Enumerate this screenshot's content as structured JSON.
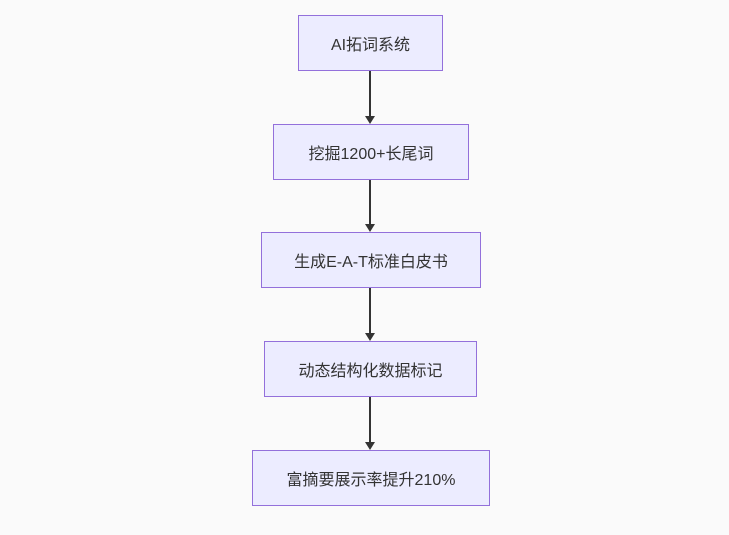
{
  "flowchart": {
    "direction": "top-down",
    "colors": {
      "background": "#fafafa",
      "node_fill": "#ececff",
      "node_border": "#9370db",
      "arrow": "#333333",
      "text": "#333333"
    },
    "nodes": [
      {
        "id": "A",
        "label": "AI拓词系统"
      },
      {
        "id": "B",
        "label": "挖掘1200+长尾词"
      },
      {
        "id": "C",
        "label": "生成E-A-T标准白皮书"
      },
      {
        "id": "D",
        "label": "动态结构化数据标记"
      },
      {
        "id": "E",
        "label": "富摘要展示率提升210%"
      }
    ],
    "edges": [
      {
        "from": "A",
        "to": "B"
      },
      {
        "from": "B",
        "to": "C"
      },
      {
        "from": "C",
        "to": "D"
      },
      {
        "from": "D",
        "to": "E"
      }
    ]
  }
}
